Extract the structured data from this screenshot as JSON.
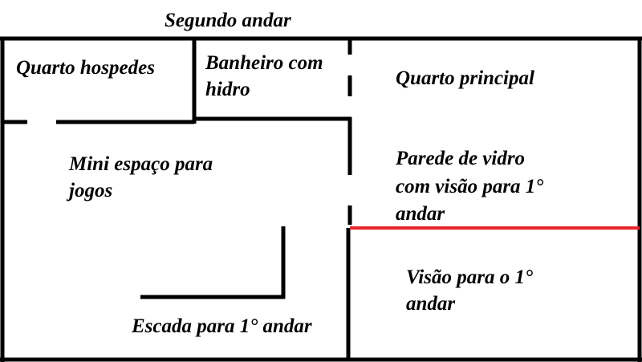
{
  "plan": {
    "title": "Segundo andar",
    "rooms": {
      "guest_room": "Quarto hospedes",
      "bathroom_line1": "Banheiro com",
      "bathroom_line2": "hidro",
      "master_bedroom": "Quarto principal",
      "game_space_line1": "Mini espaço para",
      "game_space_line2": "jogos",
      "glass_wall_line1": "Parede de vidro",
      "glass_wall_line2": "com visão para 1°",
      "glass_wall_line3": "andar",
      "view_line1": "Visão para o 1°",
      "view_line2": "andar",
      "stairs": "Escada para 1° andar"
    }
  },
  "colors": {
    "wall": "#000000",
    "glass_wall": "#e8232a",
    "background": "#ffffff",
    "text": "#000000"
  }
}
